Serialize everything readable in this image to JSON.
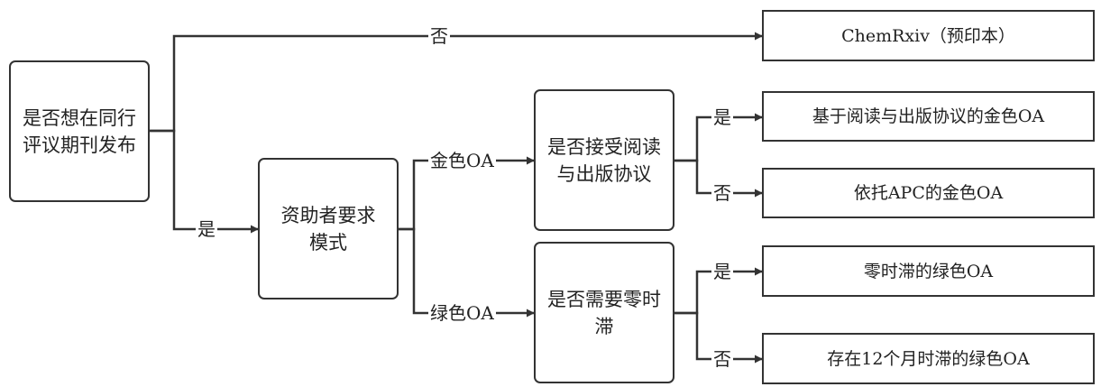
{
  "nodes": {
    "root": "是否想在同行评议期刊发布",
    "funder": "资助者要求模式",
    "gold_q": "是否接受阅读与出版协议",
    "green_q": "是否需要零时滞",
    "chemrxiv": "ChemRxiv（预印本）",
    "gold_ra": "基于阅读与出版协议的金色OA",
    "gold_apc": "依托APC的金色OA",
    "green_zero": "零时滞的绿色OA",
    "green_12": "存在12个月时滞的绿色OA"
  },
  "labels": {
    "no_top": "否",
    "yes_root": "是",
    "gold": "金色OA",
    "green": "绿色OA",
    "yes_gold": "是",
    "no_gold": "否",
    "yes_green": "是",
    "no_green": "否"
  }
}
